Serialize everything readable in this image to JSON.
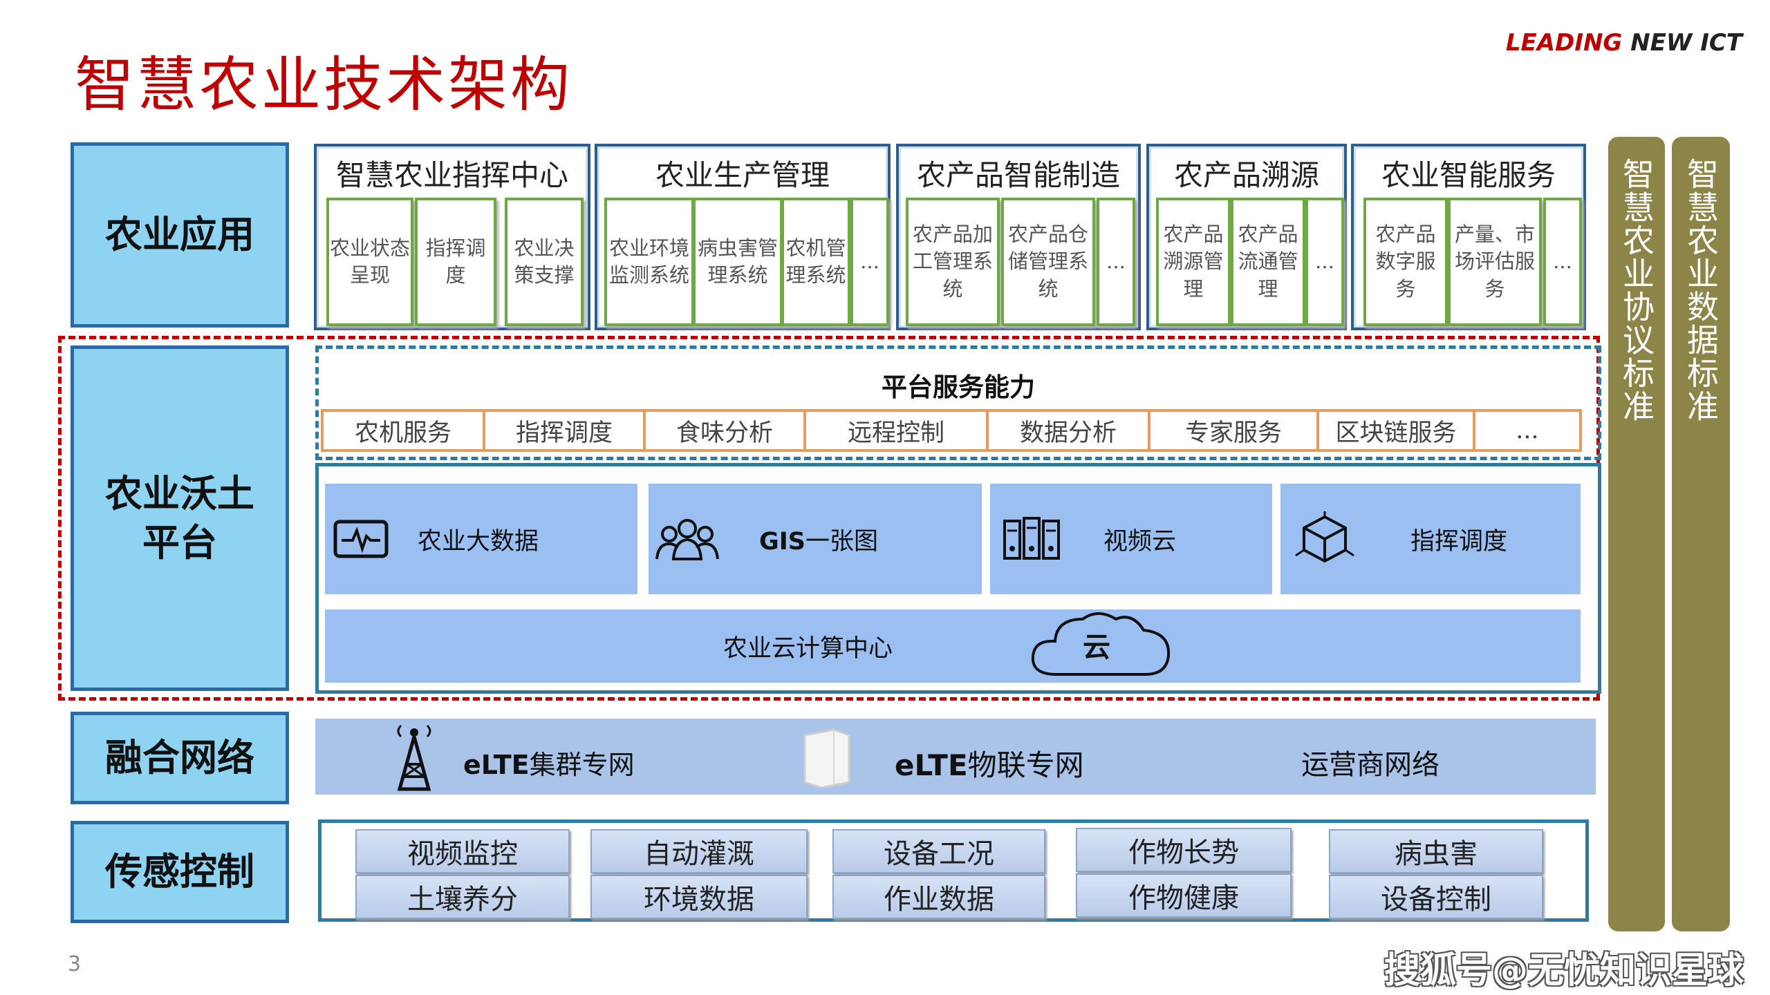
{
  "title": "智慧农业技术架构",
  "brand": {
    "part1": "LEADING",
    "part2": " NEW ICT"
  },
  "page_number": "3",
  "watermark": "搜狐号@无忧知识星球",
  "layers": {
    "app": "农业应用",
    "platform_line1": "农业沃土",
    "platform_line2": "平台",
    "network": "融合网络",
    "sensor": "传感控制"
  },
  "app_groups": [
    {
      "title": "智慧农业指挥中心",
      "items": [
        "农业状态呈现",
        "指挥调度",
        "农业决策支撑"
      ]
    },
    {
      "title": "农业生产管理",
      "items": [
        "农业环境监测系统",
        "病虫害管理系统",
        "农机管理系统",
        "..."
      ]
    },
    {
      "title": "农产品智能制造",
      "items": [
        "农产品加工管理系统",
        "农产品仓储管理系统",
        "..."
      ]
    },
    {
      "title": "农产品溯源",
      "items": [
        "农产品溯源管理",
        "农产品流通管理",
        "..."
      ]
    },
    {
      "title": "农业智能服务",
      "items": [
        "农产品数字服务",
        "产量、市场评估服务",
        "..."
      ]
    }
  ],
  "platform_services": {
    "title": "平台服务能力",
    "items": [
      "农机服务",
      "指挥调度",
      "食味分析",
      "远程控制",
      "数据分析",
      "专家服务",
      "区块链服务",
      "..."
    ]
  },
  "platform_cells": {
    "bigdata": "农业大数据",
    "gis_bold": "GIS",
    "gis_rest": "一张图",
    "video": "视频云",
    "command": "指挥调度",
    "cloud_center": "农业云计算中心",
    "cloud_icon_label": "云"
  },
  "network": {
    "elte_cluster_bold": "eLTE",
    "elte_cluster_rest": "集群专网",
    "elte_iot_bold": "eLTE",
    "elte_iot_rest": "物联专网",
    "operator": "运营商网络"
  },
  "sensors": {
    "row1": [
      "视频监控",
      "自动灌溉",
      "设备工况",
      "作物长势",
      "病虫害"
    ],
    "row2": [
      "土壤养分",
      "环境数据",
      "作业数据",
      "作物健康",
      "设备控制"
    ]
  },
  "standards": {
    "protocol": "智慧农业协议标准",
    "data": "智慧农业数据标准"
  },
  "colors": {
    "title_red": "#c00000",
    "layer_blue": "#8fd3f3",
    "app_green_border": "#6fa845",
    "service_orange": "#ec9a5a",
    "platform_cell_blue": "#9bbff1",
    "standard_olive": "#8c8547"
  }
}
